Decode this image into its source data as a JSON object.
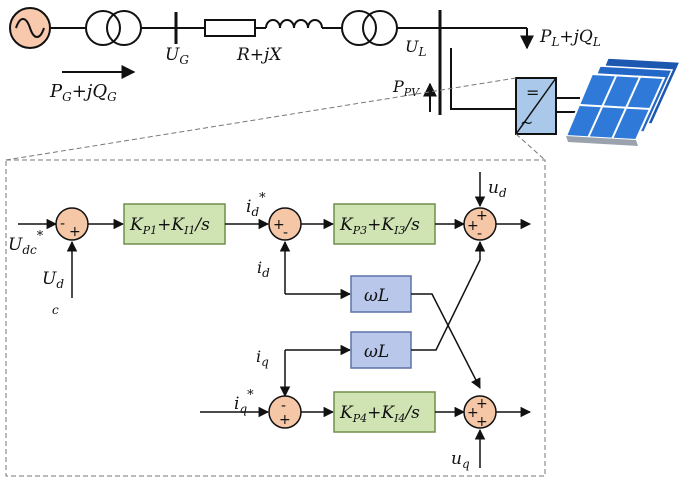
{
  "power_circuit": {
    "ug_label": "U",
    "ug_sub": "G",
    "impedance_label": "R+jX",
    "ul_label": "U",
    "ul_sub": "L",
    "load_label": "P",
    "load_sub1": "L",
    "load_mid": "+jQ",
    "load_sub2": "L",
    "gen_label": "P",
    "gen_sub1": "G",
    "gen_mid": "+jQ",
    "gen_sub2": "G",
    "ppv_label": "P",
    "ppv_sub": "PV",
    "inverter_dc_symbol": "=",
    "inverter_ac_symbol": "~"
  },
  "control_diagram": {
    "udc_label": "U",
    "udc_sub": "dc",
    "udc_sup": "*",
    "ud_in_label": "U",
    "ud_in_sub": "d",
    "c_label": "c",
    "sum1_top": "-",
    "sum1_bottom": "+",
    "kp1_block": {
      "k": "K",
      "p": "P1",
      "plus": "+K",
      "i": "I1",
      "s": "/s"
    },
    "id_ref_label": "i",
    "id_ref_sub": "d",
    "id_ref_sup": "*",
    "sum2_left": "+",
    "sum2_bottom": "-",
    "id_fb_label": "i",
    "id_fb_sub": "d",
    "kp3_block": {
      "k": "K",
      "p": "P3",
      "plus": "+K",
      "i": "I3",
      "s": "/s"
    },
    "ud_out_label": "u",
    "ud_out_sub": "d",
    "sum3_top": "+",
    "sum3_left": "+",
    "sum3_bottom": "-",
    "wl_top": "ωL",
    "wl_bottom": "ωL",
    "iq_fb_label": "i",
    "iq_fb_sub": "q",
    "iq_ref_label": "i",
    "iq_ref_sub": "q",
    "iq_ref_sup": "*",
    "sum4_top": "-",
    "sum4_bottom": "+",
    "kp4_block": {
      "k": "K",
      "p": "P4",
      "plus": "+K",
      "i": "I4",
      "s": "/s"
    },
    "uq_label": "u",
    "uq_sub": "q",
    "sum5_top": "+",
    "sum5_left": "+",
    "sum5_bottom": "+"
  },
  "colors": {
    "summer_fill": "#f6c7a6",
    "block_fill": "#cfe3b3",
    "block_stroke": "#6f8f4a",
    "wl_fill": "#b9c7ea",
    "wl_stroke": "#5d72a8",
    "source_fill": "#f8c9ad",
    "inverter_fill": "#a9c8ea",
    "panel_blue": "#2468c7"
  }
}
